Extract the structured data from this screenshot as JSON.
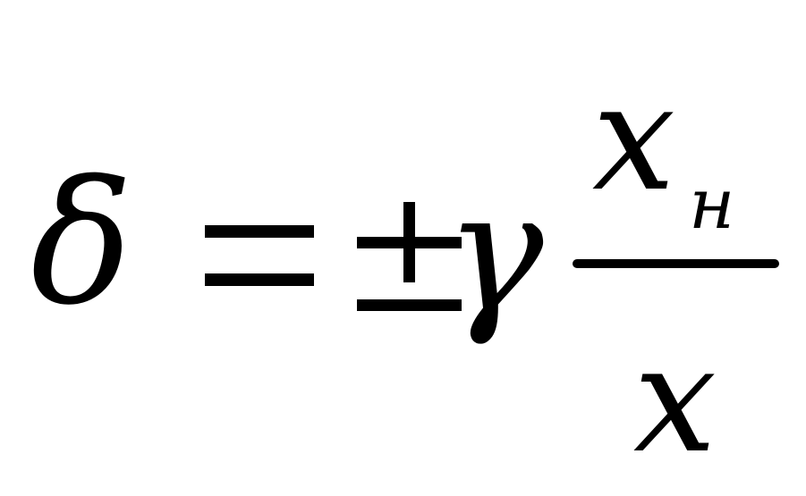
{
  "formula": {
    "lhs_symbol": "δ",
    "equals_symbol": "=",
    "plus_minus_symbol": "±",
    "coefficient_symbol": "γ",
    "numerator_symbol": "x",
    "numerator_subscript": "н",
    "denominator_symbol": "x"
  },
  "colors": {
    "ink": "#000000",
    "background": "#ffffff"
  }
}
